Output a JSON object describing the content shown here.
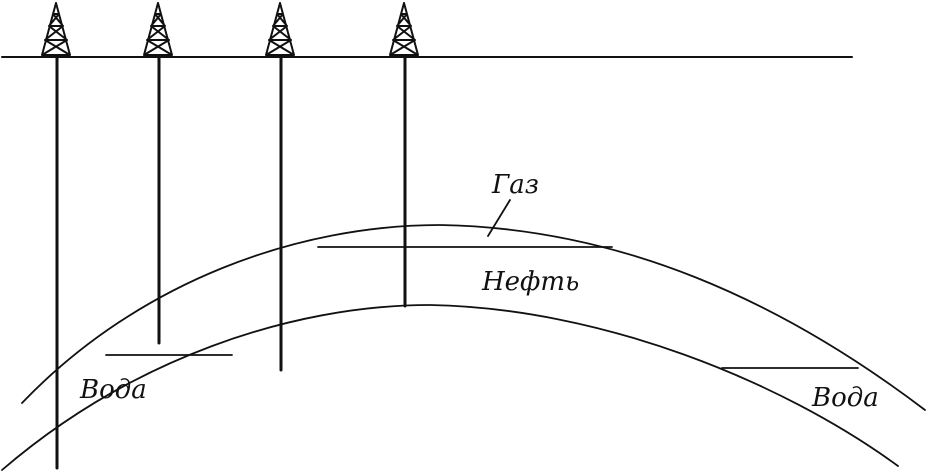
{
  "labels": {
    "gas": "Газ",
    "oil": "Нефть",
    "water_left": "Вода",
    "water_right": "Вода"
  },
  "rig_count": 4,
  "colors": {
    "ink": "#111111",
    "background": "#ffffff"
  }
}
